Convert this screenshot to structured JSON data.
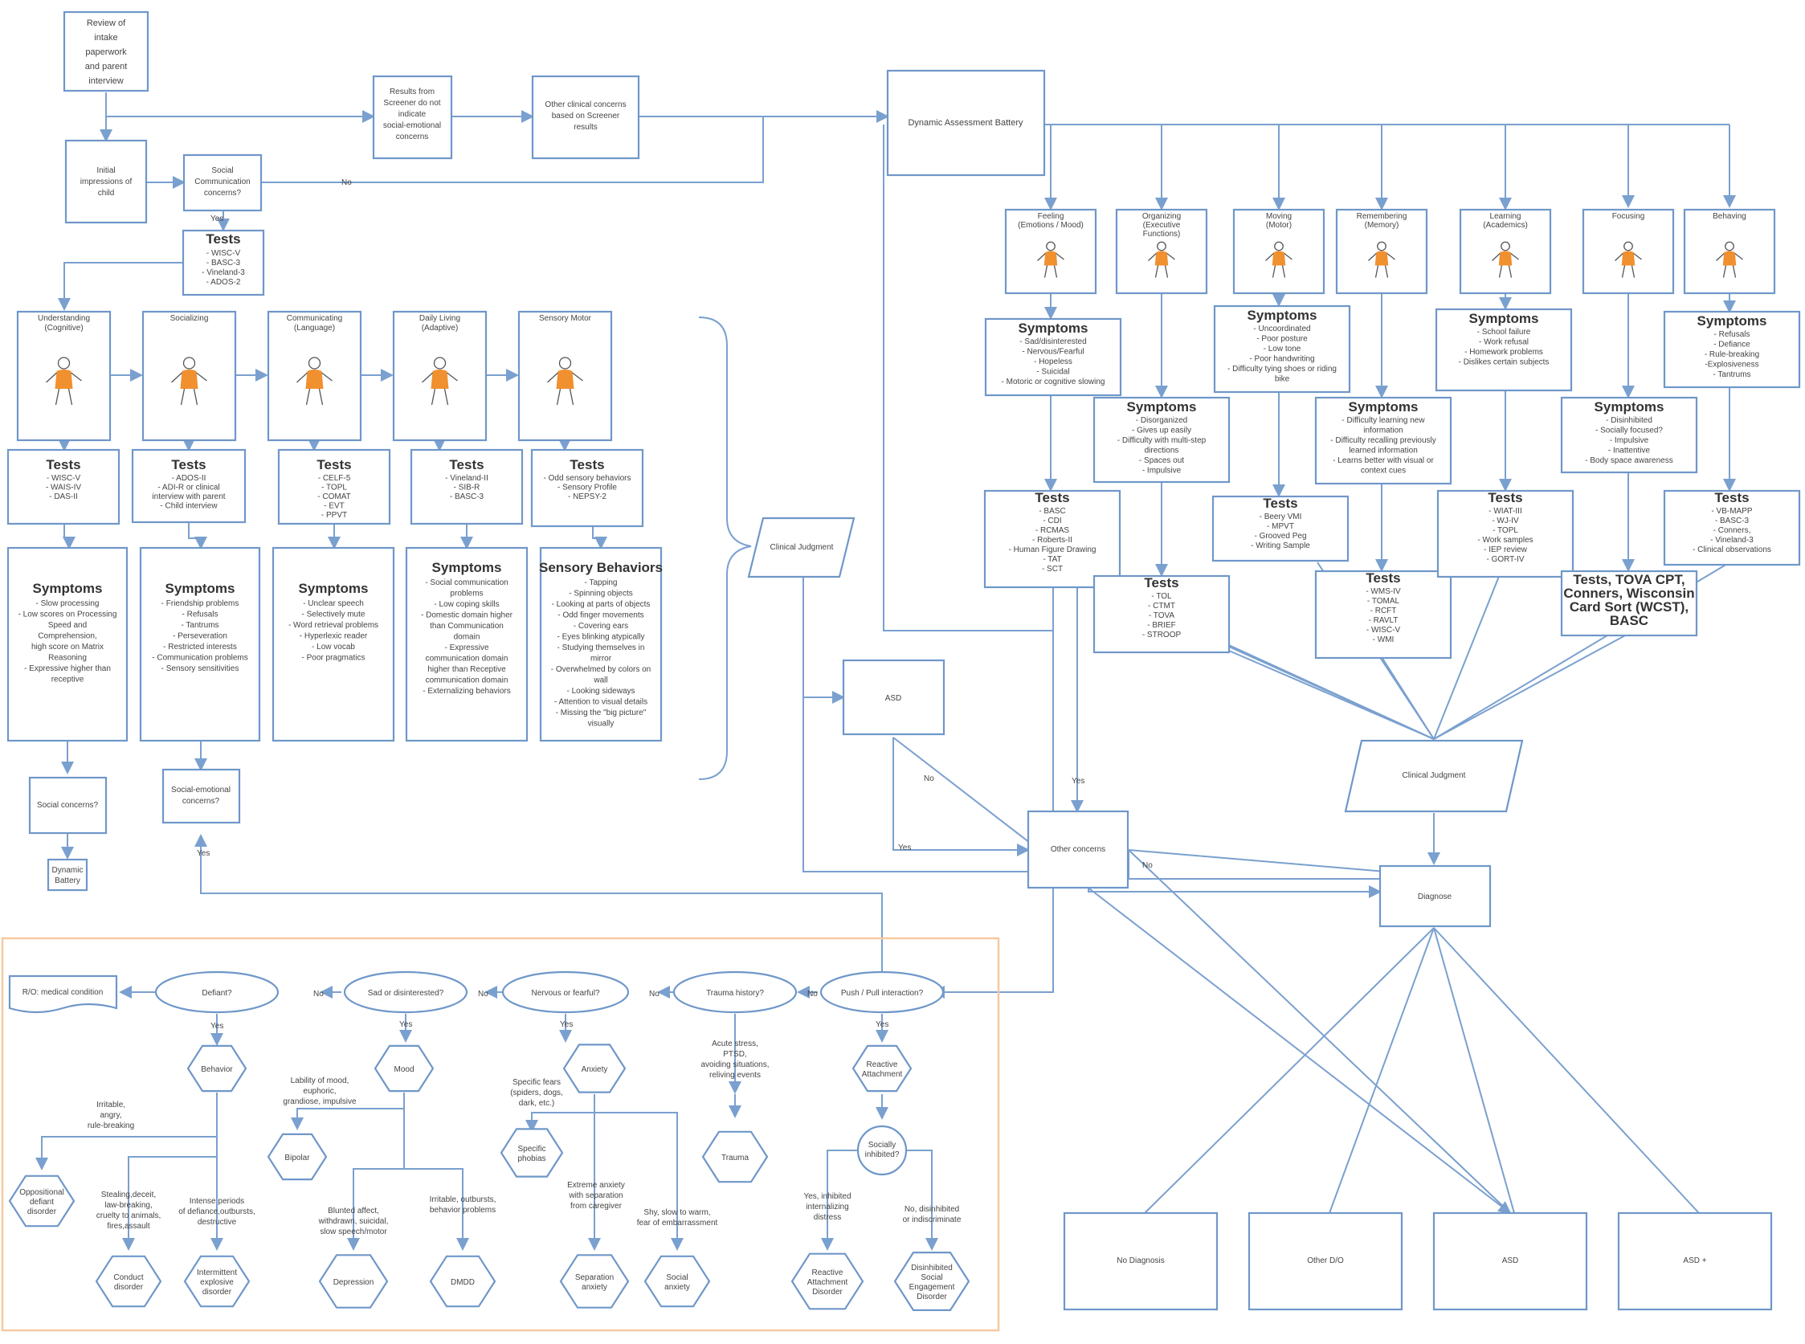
{
  "colors": {
    "line": "#7aa0cf",
    "box": "#6f97c9",
    "accent": "#f0902f",
    "frame": "#f5c9a0"
  },
  "top": {
    "intake": [
      "Review of",
      "intake",
      "paperwork",
      "and parent",
      "interview"
    ],
    "screener_no": [
      "Results from",
      "Screener do not",
      "indicate",
      "social-emotional",
      "concerns"
    ],
    "other_concerns": [
      "Other clinical concerns",
      "based on Screener",
      "results"
    ],
    "dab": "Dynamic Assessment Battery",
    "initial": [
      "Initial",
      "impressions of",
      "child"
    ],
    "social_comm": [
      "Social",
      "Communication",
      "concerns?"
    ],
    "no": "No",
    "yes": "Yes",
    "tests_title": "Tests",
    "tests_items": [
      "- WISC-V",
      "- BASC-3",
      "- Vineland-3",
      "- ADOS-2"
    ]
  },
  "left_domains": [
    {
      "title": [
        "Understanding",
        "(Cognitive)"
      ],
      "tests": [
        "- WISC-V",
        "- WAIS-IV",
        "- DAS-II"
      ],
      "sym_title": "Symptoms",
      "symptoms": [
        "- Slow processing",
        "- Low scores on Processing",
        "Speed and",
        "Comprehension,",
        "high score on Matrix",
        "Reasoning",
        "- Expressive higher than",
        "receptive"
      ]
    },
    {
      "title": [
        "Socializing"
      ],
      "tests": [
        "- ADOS-II",
        "- ADI-R or clinical",
        "interview with parent",
        "- Child interview"
      ],
      "sym_title": "Symptoms",
      "symptoms": [
        "- Friendship problems",
        "- Refusals",
        "- Tantrums",
        "- Perseveration",
        "- Restricted interests",
        "- Communication problems",
        "- Sensory sensitivities"
      ]
    },
    {
      "title": [
        "Communicating",
        "(Language)"
      ],
      "tests": [
        "- CELF-5",
        "- TOPL",
        "- COMAT",
        "- EVT",
        "- PPVT"
      ],
      "sym_title": "Symptoms",
      "symptoms": [
        "- Unclear speech",
        "- Selectively mute",
        "- Word retrieval problems",
        "- Hyperlexic reader",
        "- Low vocab",
        "- Poor pragmatics"
      ]
    },
    {
      "title": [
        "Daily Living",
        "(Adaptive)"
      ],
      "tests": [
        "- Vineland-II",
        "- SIB-R",
        "- BASC-3"
      ],
      "sym_title": "Symptoms",
      "symptoms": [
        "- Social communication",
        "problems",
        "- Low coping skills",
        "- Domestic domain higher",
        "than Communication",
        "domain",
        "- Expressive",
        "communication domain",
        "higher than Receptive",
        "communication domain",
        "- Externalizing behaviors"
      ]
    },
    {
      "title": [
        "Sensory Motor"
      ],
      "tests": [
        "- Odd sensory behaviors",
        "- Sensory Profile",
        "- NEPSY-2"
      ],
      "sym_title": "Sensory Behaviors",
      "symptoms": [
        "- Tapping",
        "- Spinning objects",
        "- Looking at parts of objects",
        "- Odd finger movements",
        "- Covering ears",
        "- Eyes blinking atypically",
        "- Studying themselves in",
        "mirror",
        "- Overwhelmed by colors on",
        "wall",
        "- Looking sideways",
        "- Attention to visual details",
        "- Missing the \"big picture\"",
        "visually"
      ]
    }
  ],
  "left_bottom": {
    "social_concerns": "Social concerns?",
    "dynamic": [
      "Dynamic",
      "Battery"
    ],
    "socio_emotional": [
      "Social-emotional",
      "concerns?"
    ]
  },
  "clinical_judgment": "Clinical Judgment",
  "asd": "ASD",
  "other_concerns_mid": "Other concerns",
  "diagnose": "Diagnose",
  "right_domains": [
    {
      "title": [
        "Feeling",
        "(Emotions / Mood)"
      ]
    },
    {
      "title": [
        "Organizing",
        "(Executive",
        "Functions)"
      ]
    },
    {
      "title": [
        "Moving",
        "(Motor)"
      ]
    },
    {
      "title": [
        "Remembering",
        "(Memory)"
      ]
    },
    {
      "title": [
        "Learning",
        "(Academics)"
      ]
    },
    {
      "title": [
        "Focusing"
      ]
    },
    {
      "title": [
        "Behaving"
      ]
    }
  ],
  "right_symptoms": [
    {
      "title": "Symptoms",
      "items": [
        "- Sad/disinterested",
        "- Nervous/Fearful",
        "- Hopeless",
        "- Suicidal",
        "- Motoric or cognitive slowing"
      ]
    },
    {
      "title": "Symptoms",
      "items": [
        "- Disorganized",
        "- Gives up easily",
        "- Difficulty with multi-step",
        "directions",
        "- Spaces out",
        "- Impulsive"
      ]
    },
    {
      "title": "Symptoms",
      "items": [
        "- Uncoordinated",
        "- Poor posture",
        "- Low tone",
        "- Poor handwriting",
        "- Difficulty tying shoes or riding",
        "bike"
      ]
    },
    {
      "title": "Symptoms",
      "items": [
        "- Difficulty learning new",
        "information",
        "- Difficulty recalling previously",
        "learned information",
        "- Learns better with visual or",
        "context cues"
      ]
    },
    {
      "title": "Symptoms",
      "items": [
        "- School failure",
        "- Work refusal",
        "- Homework problems",
        "- Dislikes certain subjects"
      ]
    },
    {
      "title": "Symptoms",
      "items": [
        "- Disinhibited",
        "- Socially focused?",
        "- Impulsive",
        "- Inattentive",
        "- Body space awareness"
      ]
    },
    {
      "title": "Symptoms",
      "items": [
        "- Refusals",
        "- Defiance",
        "- Rule-breaking",
        "-Explosiveness",
        "- Tantrums"
      ]
    }
  ],
  "right_tests": [
    {
      "title": "Tests",
      "items": [
        "- BASC",
        "- CDI",
        "- RCMAS",
        "- Roberts-II",
        "- Human Figure Drawing",
        "- TAT",
        "- SCT"
      ]
    },
    {
      "title": "Tests",
      "items": [
        "- TOL",
        "- CTMT",
        "- TOVA",
        "- BRIEF",
        "- STROOP"
      ]
    },
    {
      "title": "Tests",
      "items": [
        "- Beery VMI",
        "- MPVT",
        "- Grooved Peg",
        "- Writing Sample"
      ]
    },
    {
      "title": "Tests",
      "items": [
        "- WMS-IV",
        "- TOMAL",
        "- RCFT",
        "- RAVLT",
        "- WISC-V",
        "- WMI"
      ]
    },
    {
      "title": "Tests",
      "items": [
        "- WIAT-III",
        "- WJ-IV",
        "- TOPL",
        "- Work samples",
        "- IEP review",
        "- GORT-IV"
      ]
    },
    {
      "title": "Tests, TOVA CPT, Conners, Wisconsin Card Sort (WCST), BASC",
      "items": []
    },
    {
      "title": "Tests",
      "items": [
        "- VB-MAPP",
        "- BASC-3",
        "- Conners,",
        "- Vineland-3",
        "- Clinical observations"
      ]
    }
  ],
  "outcomes": [
    "No Diagnosis",
    "Other D/O",
    "ASD",
    "ASD +"
  ],
  "bottom": {
    "rio": "R/O: medical condition",
    "defiant": "Defiant?",
    "sad": "Sad or disinterested?",
    "nervous": "Nervous or fearful?",
    "trauma_hist": "Trauma history?",
    "push_pull": "Push / Pull interaction?",
    "behavior": "Behavior",
    "mood": "Mood",
    "anxiety": "Anxiety",
    "reactive": [
      "Reactive",
      "Attachment"
    ],
    "socially_inhibited": [
      "Socially",
      "inhibited?"
    ],
    "irritable": [
      "Irritable,",
      "angry,",
      "rule-breaking"
    ],
    "lability": [
      "Lability of mood,",
      "euphoric,",
      "grandiose, impulsive"
    ],
    "specific_fears": [
      "Specific fears",
      "(spiders, dogs,",
      "dark, etc.)"
    ],
    "acute": [
      "Acute stress,",
      "PTSD,",
      "avoiding situations,",
      "reliving events"
    ],
    "odd": [
      "Oppositional",
      "defiant",
      "disorder"
    ],
    "stealing": [
      "Stealing,deceit,",
      "law-breaking,",
      "cruelty to animals,",
      "fires,assault"
    ],
    "intense": [
      "Intense periods",
      "of defiance,outbursts,",
      "destructive"
    ],
    "bipolar": "Bipolar",
    "blunted": [
      "Blunted affect,",
      "withdrawn, suicidal,",
      "slow speech/motor"
    ],
    "irritable2": [
      "Irritable, outbursts,",
      "behavior problems"
    ],
    "phobias": [
      "Specific",
      "phobias"
    ],
    "extreme": [
      "Extreme anxiety",
      "with separation",
      "from caregiver"
    ],
    "shy": [
      "Shy, slow to warm,",
      "fear of embarrassment"
    ],
    "trauma": "Trauma",
    "yes_inhib": [
      "Yes, inhibited",
      "internalizing",
      "distress"
    ],
    "no_inhib": [
      "No, disinhibited",
      "or indiscriminate"
    ],
    "conduct": [
      "Conduct",
      "disorder"
    ],
    "ied": [
      "Intermittent",
      "explosive",
      "disorder"
    ],
    "depression": "Depression",
    "dmdd": "DMDD",
    "separation": [
      "Separation",
      "anxiety"
    ],
    "social_anxiety": [
      "Social",
      "anxiety"
    ],
    "rad": [
      "Reactive",
      "Attachment",
      "Disorder"
    ],
    "dsed": [
      "Disinhibited",
      "Social",
      "Engagement",
      "Disorder"
    ]
  }
}
